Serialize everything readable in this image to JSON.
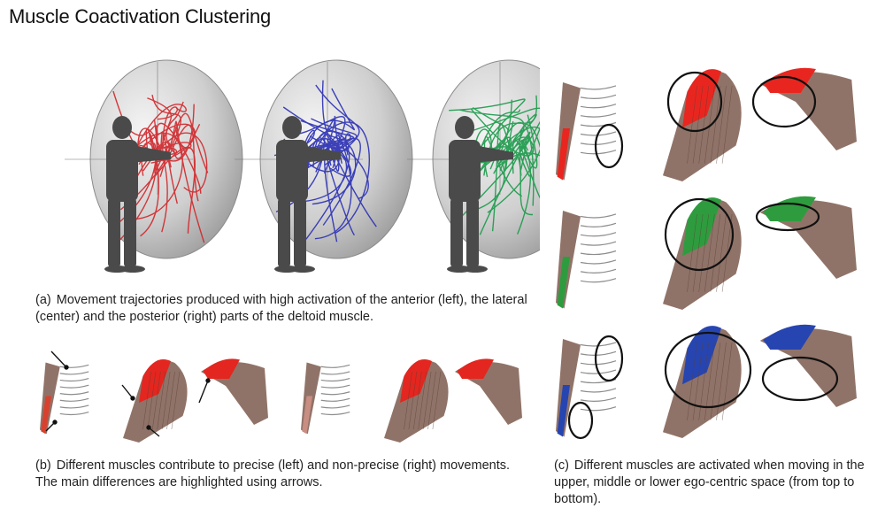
{
  "header": {
    "title": "Muscle Coactivation Clustering"
  },
  "panel_a": {
    "label": "(a)",
    "caption": "Movement trajectories produced with high activation of the anterior (left), the lateral (center) and the posterior (right) parts of the deltoid muscle.",
    "spheres": [
      {
        "name": "anterior",
        "color": "#d0262a"
      },
      {
        "name": "lateral",
        "color": "#2a2fb4"
      },
      {
        "name": "posterior",
        "color": "#1a9a4a"
      }
    ]
  },
  "panel_b": {
    "label": "(b)",
    "caption": "Different muscles contribute to precise (left) and non-precise (right) movements. The main differences are highlighted using arrows."
  },
  "panel_c": {
    "label": "(c)",
    "caption": "Different muscles are activated when moving in the upper, middle or lower ego-centric space (from top to bottom).",
    "rows": [
      {
        "name": "upper",
        "color": "#e8261f"
      },
      {
        "name": "middle",
        "color": "#2e9c3e"
      },
      {
        "name": "lower",
        "color": "#2745b0"
      }
    ]
  }
}
